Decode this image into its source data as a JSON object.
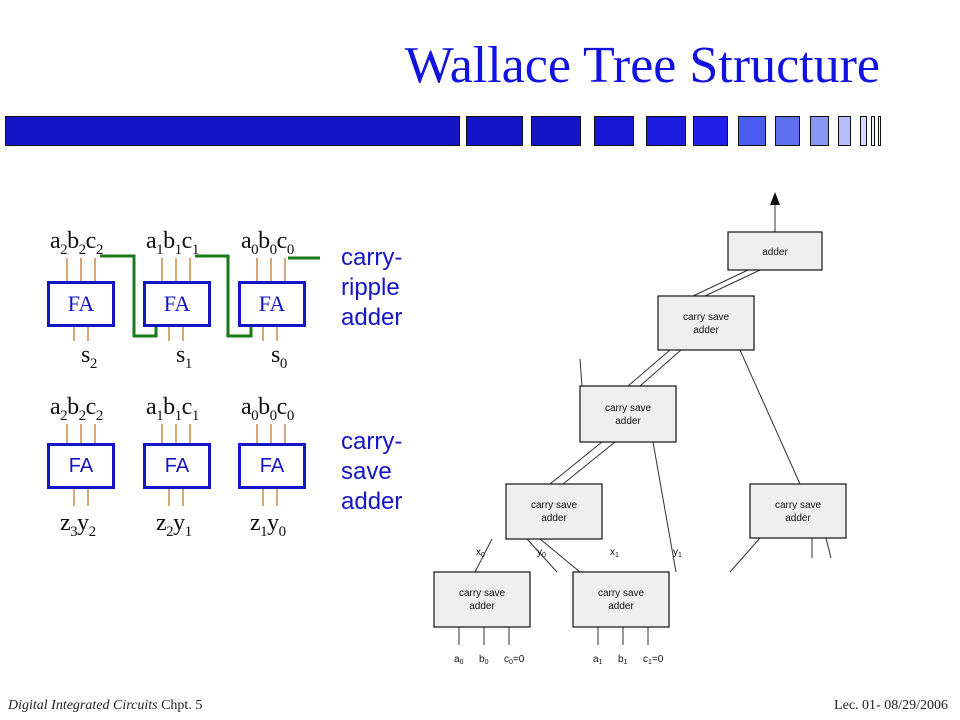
{
  "title": "Wallace Tree Structure",
  "colors": {
    "title": "#1212e0",
    "fa_box": "#1515c8",
    "carry_wire": "#1a7a1a",
    "bar": "#1515c8"
  },
  "ripple": {
    "inputs": [
      {
        "a": "a",
        "b": "b",
        "c": "c",
        "idx": "2"
      },
      {
        "a": "a",
        "b": "b",
        "c": "c",
        "idx": "1"
      },
      {
        "a": "a",
        "b": "b",
        "c": "c",
        "idx": "0"
      }
    ],
    "box_label": "FA",
    "outputs": [
      {
        "s": "s",
        "idx": "2"
      },
      {
        "s": "s",
        "idx": "1"
      },
      {
        "s": "s",
        "idx": "0"
      }
    ],
    "label_1": "carry-",
    "label_2": "ripple",
    "label_3": "adder"
  },
  "csa": {
    "inputs": [
      {
        "a": "a",
        "b": "b",
        "c": "c",
        "idx": "2"
      },
      {
        "a": "a",
        "b": "b",
        "c": "c",
        "idx": "1"
      },
      {
        "a": "a",
        "b": "b",
        "c": "c",
        "idx": "0"
      }
    ],
    "box_label": "FA",
    "outputs": [
      {
        "z": "z",
        "zi": "3",
        "y": "y",
        "yi": "2"
      },
      {
        "z": "z",
        "zi": "2",
        "y": "y",
        "yi": "1"
      },
      {
        "z": "z",
        "zi": "1",
        "y": "y",
        "yi": "0"
      }
    ],
    "label_1": "carry-",
    "label_2": "save",
    "label_3": "adder"
  },
  "tree": {
    "top": "adder",
    "csa_line1": "carry save",
    "csa_line2": "adder",
    "mid_labels": [
      {
        "t": "x",
        "s": "0"
      },
      {
        "t": "y",
        "s": "0"
      },
      {
        "t": "x",
        "s": "1"
      },
      {
        "t": "y",
        "s": "1"
      }
    ],
    "bottom_labels": [
      {
        "t": "a",
        "s": "0",
        "r": ""
      },
      {
        "t": "b",
        "s": "0",
        "r": ""
      },
      {
        "t": "c",
        "s": "0",
        "r": "=0"
      },
      {
        "t": "a",
        "s": "1",
        "r": ""
      },
      {
        "t": "b",
        "s": "1",
        "r": ""
      },
      {
        "t": "c",
        "s": "1",
        "r": "=0"
      }
    ]
  },
  "footer": {
    "left_italic": "Digital Integrated Circuits",
    "left_rest": " Chpt. 5",
    "right": "Lec. 01- 08/29/2006"
  }
}
